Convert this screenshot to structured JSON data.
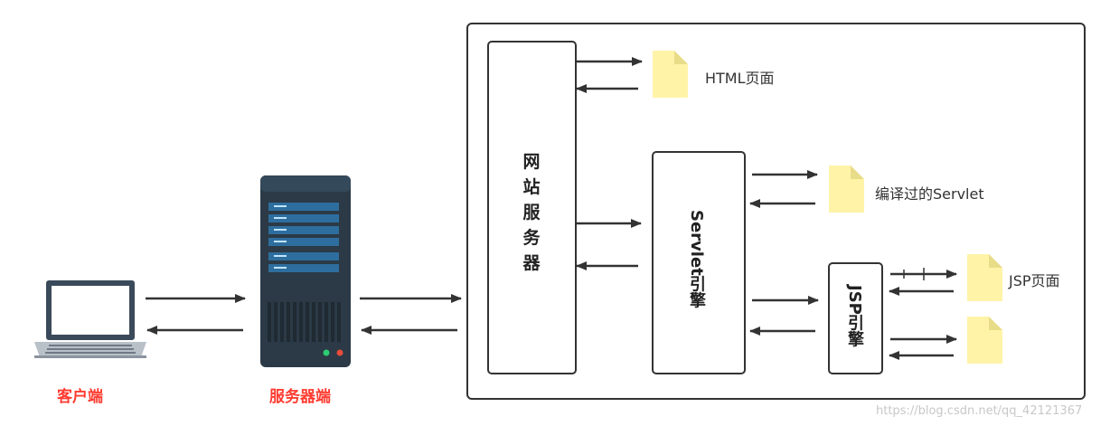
{
  "client": {
    "label": "客户端",
    "label_color": "#ff3b30"
  },
  "server": {
    "label": "服务器端",
    "label_color": "#ff3b30"
  },
  "web_server": {
    "chars": [
      "网",
      "站",
      "服",
      "务",
      "器"
    ]
  },
  "servlet_engine": {
    "label": "Servlet引擎"
  },
  "jsp_engine": {
    "label": "JSP引擎"
  },
  "files": {
    "html_page": "HTML页面",
    "compiled_servlet": "编译过的Servlet",
    "jsp_page": "JSP页面"
  },
  "watermark": "https://blog.csdn.net/qq_42121367",
  "colors": {
    "doc": "#fff3a8",
    "doc_fold": "#e8dc88",
    "arrow": "#333333",
    "server_body": "#2b3a46",
    "server_panel": "#2e6e9e"
  }
}
